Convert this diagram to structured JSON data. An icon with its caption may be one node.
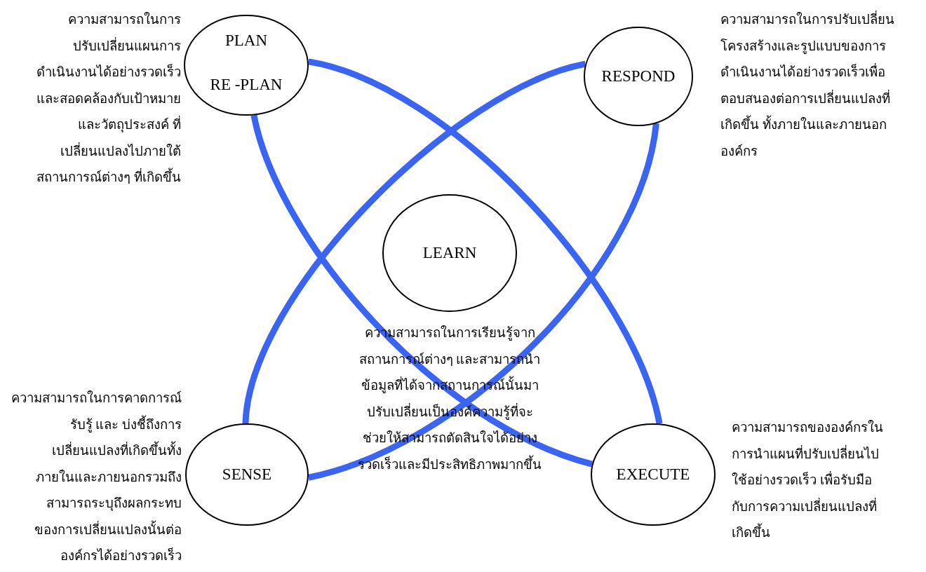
{
  "diagram": {
    "nodes": [
      {
        "text": [
          "PLAN",
          "RE -PLAN"
        ],
        "beside": [
          "ความสามารถในการ ปรับเปลี่ยนแผนการ ดำเนินงานได้อย่างรวดเร็ว และสอดคล้องกับเป้าหมาย และวัตถุประสงค์ ที่ เปลี่ยนแปลงไปภายใต้ สถานการณ์ต่างๆ ที่เกิดขึ้น"
        ]
      },
      {
        "text": [
          "RESPOND"
        ],
        "beside": [
          "ความสามารถในการปรับเปลี่ยน โครงสร้างและรูปแบบของการ ดำเนินงานได้อย่างรวดเร็วเพื่อ ตอบสนองต่อการเปลี่ยนแปลงที่ เกิดขึ้น ทั้งภายในและภายนอก องค์กร"
        ]
      },
      {
        "text": [
          "LEARN"
        ],
        "beside": [
          "ความสามารถในการเรียนรู้จาก สถานการณ์ต่างๆ และสามารถนำ ข้อมูลที่ได้จากสถานการณ์นั้นมา ปรับเปลี่ยนเป็นองค์ความรู้ที่จะ ช่วยให้สามารถตัดสินใจได้อย่าง รวดเร็วและมีประสิทธิภาพมากขึ้น"
        ]
      },
      {
        "text": [
          "SENSE"
        ],
        "beside": [
          "ความสามารถในการคาดการณ์ รับรู้ และ บ่งชี้ถึงการ เปลี่ยนแปลงที่เกิดขึ้นทั้ง ภายในและภายนอกรวมถึง สามารถระบุถึงผลกระทบ ของการเปลี่ยนแปลงนั้นต่อ องค์กรได้อย่างรวดเร็ว"
        ]
      },
      {
        "text": [
          "EXECUTE"
        ],
        "beside": [
          "ความสามารถขององค์กรใน การนำแผนที่ปรับเปลี่ยนไป ใช้อย่างรวดเร็ว เพื่อรับมือ กับการความเปลี่ยนแปลงที่ เกิดขึ้น"
        ]
      }
    ],
    "edges": [
      {
        "from": 0,
        "to": 4,
        "arrow": "none"
      },
      {
        "from": 0,
        "to": 4,
        "arrow": "none"
      },
      {
        "from": 3,
        "to": 1,
        "arrow": "none"
      },
      {
        "from": 3,
        "to": 1,
        "arrow": "none"
      }
    ]
  }
}
